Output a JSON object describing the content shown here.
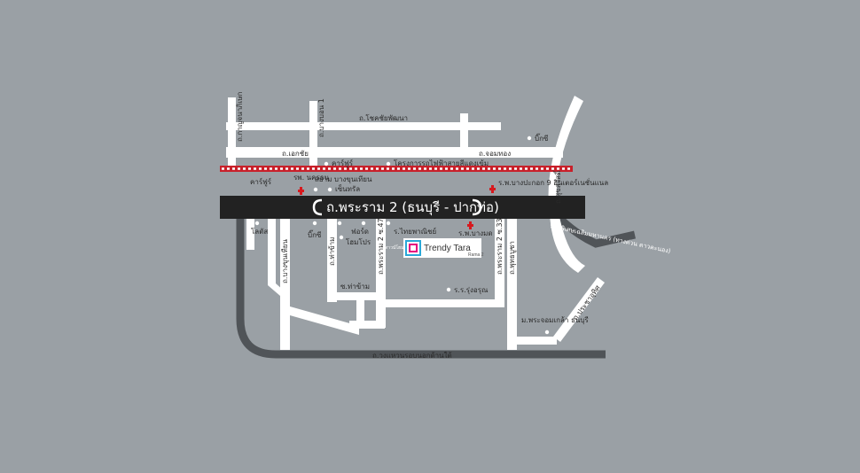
{
  "map": {
    "main_road": "ถ.พระราม 2 (ธนบุรี - ปากท่อ)",
    "roads": {
      "kanlapaphruek": "ถ.กาญจนาภิเษก",
      "bang_bon_1": "ถ.บางบอน 1",
      "sukhaphiban": "ถ.โชคชัยพัฒนา",
      "ekkachai": "ถ.เอกชัย",
      "chom_thong": "ถ.จอมทอง",
      "rama2_47": "ถ.พระราม 2 ซ.47",
      "tha_kham": "ถ.ท่าข้าม",
      "tha_kham_soi": "ซ.ท่าข้าม",
      "rama2_33": "ถ.พระราม 2 ซ.33",
      "phuttha_bucha": "ถ.พุทธบูชา",
      "bang_khun_thian": "ถ.บางขุนเทียน",
      "outer_ring": "ถ.วงแหวนรอบนอกด้านใต้",
      "suk_sawat": "ถ.สุขสวัสดิ์",
      "expressway": "ทางพิเศษเฉลิมมหานคร (ทางด่วน ดาวคะนอง)",
      "pracha_uthit": "ถ.ประชาอุทิศ"
    },
    "railway": "โครงการรถไฟฟ้าสายสีแดงเข้ม",
    "landmarks": {
      "big_c_top": "บิ๊กซี",
      "carrefour_top": "คาร์ฟูร์",
      "carrefour_left": "คาร์ฟูร์",
      "hospital_nakorn": "รพ. นครธน",
      "central": "เซ็นทรัล",
      "siam_bang_khun": "สยาม บางขุนเทียน",
      "hospital_bangmot": "ร.พ.บางมด",
      "hospital_9": "ร.พ.บางปะกอก 9 อินเตอร์เนชั่นแนล",
      "lotus": "โลตัส",
      "big_c": "บิ๊กซี",
      "homepro": "โฮมโปร",
      "pajero": "ฟอร์ด",
      "thai_market": "ร.ไทยพาณิชย์",
      "hospital_bangpakok": "ร.พ.บางมด",
      "school": "ร.ร.รุ่งอรุณ",
      "wat": "ม.พระจอมเกล้า ธนบุรี"
    },
    "brand": {
      "name": "Trendy Tara",
      "sub": "Rama 2",
      "tag": "ทาวน์โฮม"
    }
  },
  "colors": {
    "background": "#9aa0a5",
    "road": "#ffffff",
    "main_road": "#222222",
    "ring_road": "#505458",
    "railway": "#c8202a",
    "hospital": "#d7191e"
  }
}
